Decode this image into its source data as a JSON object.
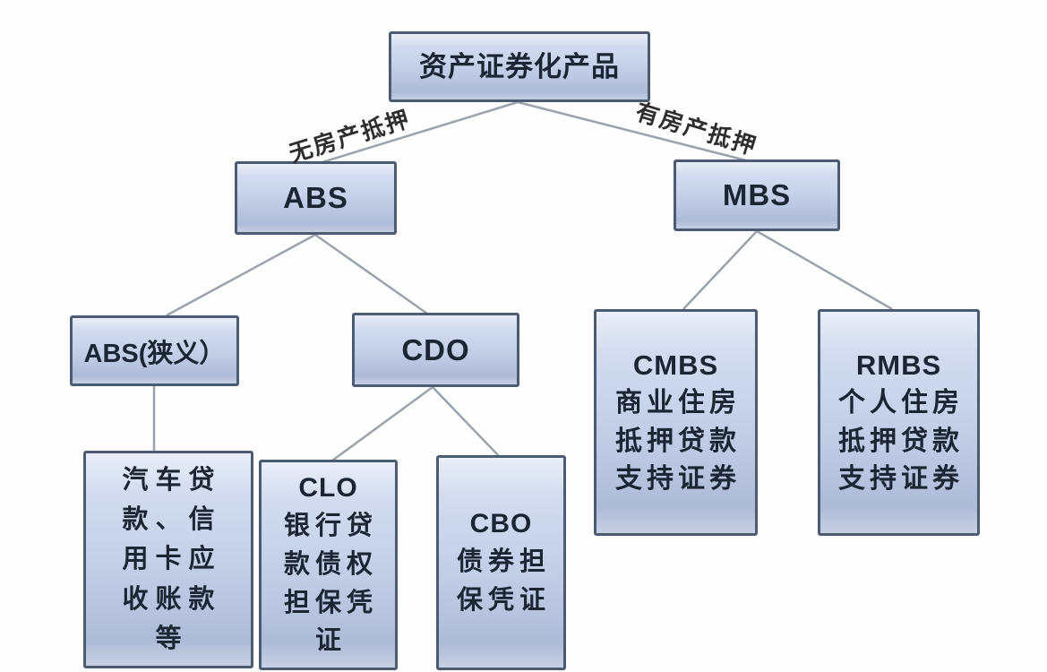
{
  "colors": {
    "box_fill_top": "#e9eef7",
    "box_fill_bottom": "#aebbd6",
    "box_border": "#4c5a72",
    "box_text": "#1c2533",
    "connector_line": "#9aa3ac",
    "edge_label_text": "#2e2e2e",
    "background": "#fefefe"
  },
  "diagram": {
    "root": {
      "label": "资产证券化产品"
    },
    "edge_labels": {
      "left": "无房产抵押",
      "right": "有房产抵押"
    },
    "nodes": {
      "abs": {
        "label": "ABS"
      },
      "mbs": {
        "label": "MBS"
      },
      "abs_narrow": {
        "label": "ABS(狭义）"
      },
      "cdo": {
        "label": "CDO"
      },
      "cmbs": {
        "title": "CMBS",
        "lines": [
          "商业住房",
          "抵押贷款",
          "支持证券"
        ]
      },
      "rmbs": {
        "title": "RMBS",
        "lines": [
          "个人住房",
          "抵押贷款",
          "支持证券"
        ]
      },
      "auto_loans": {
        "lines": [
          "汽车贷",
          "款、信",
          "用卡应",
          "收账款",
          "等"
        ]
      },
      "clo": {
        "title": "CLO",
        "lines": [
          "银行贷",
          "款债权",
          "担保凭",
          "证"
        ]
      },
      "cbo": {
        "title": "CBO",
        "lines": [
          "债券担",
          "保凭证"
        ]
      }
    }
  }
}
